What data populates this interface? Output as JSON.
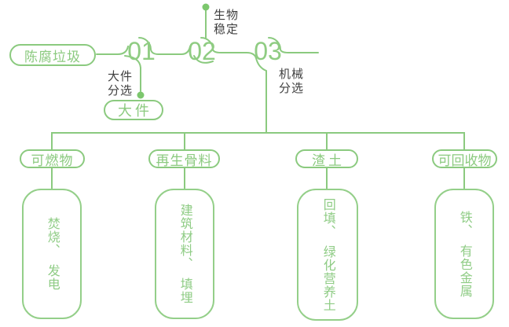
{
  "diagram": {
    "source_pill": "陈腐垃圾",
    "stages": [
      {
        "number": "01",
        "branch_label": "大件\n分选",
        "branch_pill": "大件"
      },
      {
        "number": "02",
        "top_label": "生物\n稳定"
      },
      {
        "number": "03",
        "branch_label": "机械\n分选"
      }
    ],
    "branches": [
      {
        "pill": "可燃物",
        "box_text": "焚烧、　发电"
      },
      {
        "pill": "再生骨料",
        "box_text": "建筑材料、　填埋"
      },
      {
        "pill": "渣土",
        "box_text": "回填、　绿化营养土"
      },
      {
        "pill": "可回收物",
        "box_text": "铁、　有色金属"
      }
    ],
    "colors": {
      "accent_green": "#8bca7f",
      "dot_green": "#7cc76d",
      "label_dark": "#3f3f3f",
      "background": "#ffffff"
    }
  }
}
